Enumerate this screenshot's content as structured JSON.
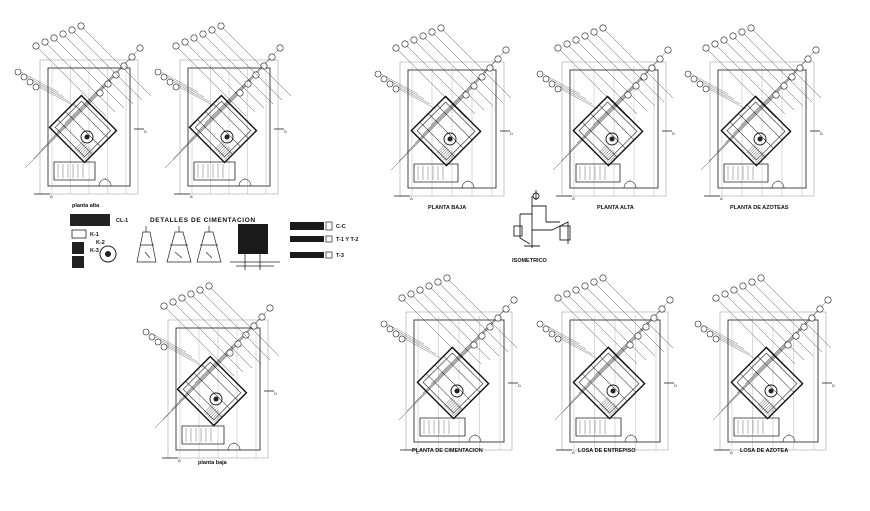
{
  "drawing": {
    "sheets": [
      {
        "id": "s1",
        "label": "planta alta"
      },
      {
        "id": "s2",
        "label": ""
      },
      {
        "id": "s3",
        "label": "PLANTA BAJA"
      },
      {
        "id": "s4",
        "label": "PLANTA ALTA"
      },
      {
        "id": "s5",
        "label": "PLANTA DE AZOTEAS"
      },
      {
        "id": "s6",
        "label": "planta baja"
      },
      {
        "id": "s7",
        "label": "PLANTA DE CIMENTACION"
      },
      {
        "id": "s8",
        "label": "LOSA DE ENTREPISO"
      },
      {
        "id": "s9",
        "label": "LOSA DE AZOTEA"
      }
    ],
    "foundation": {
      "title": "DETALLES DE CIMENTACION",
      "column_labels": [
        "CL-1",
        "K-1",
        "K-2",
        "K-3"
      ],
      "section_labels": [
        "C-C",
        "T-1 Y T-2",
        "T-3"
      ]
    },
    "isometric_label": "ISOMETRICO",
    "axis_marks": [
      "A'",
      "D"
    ]
  }
}
